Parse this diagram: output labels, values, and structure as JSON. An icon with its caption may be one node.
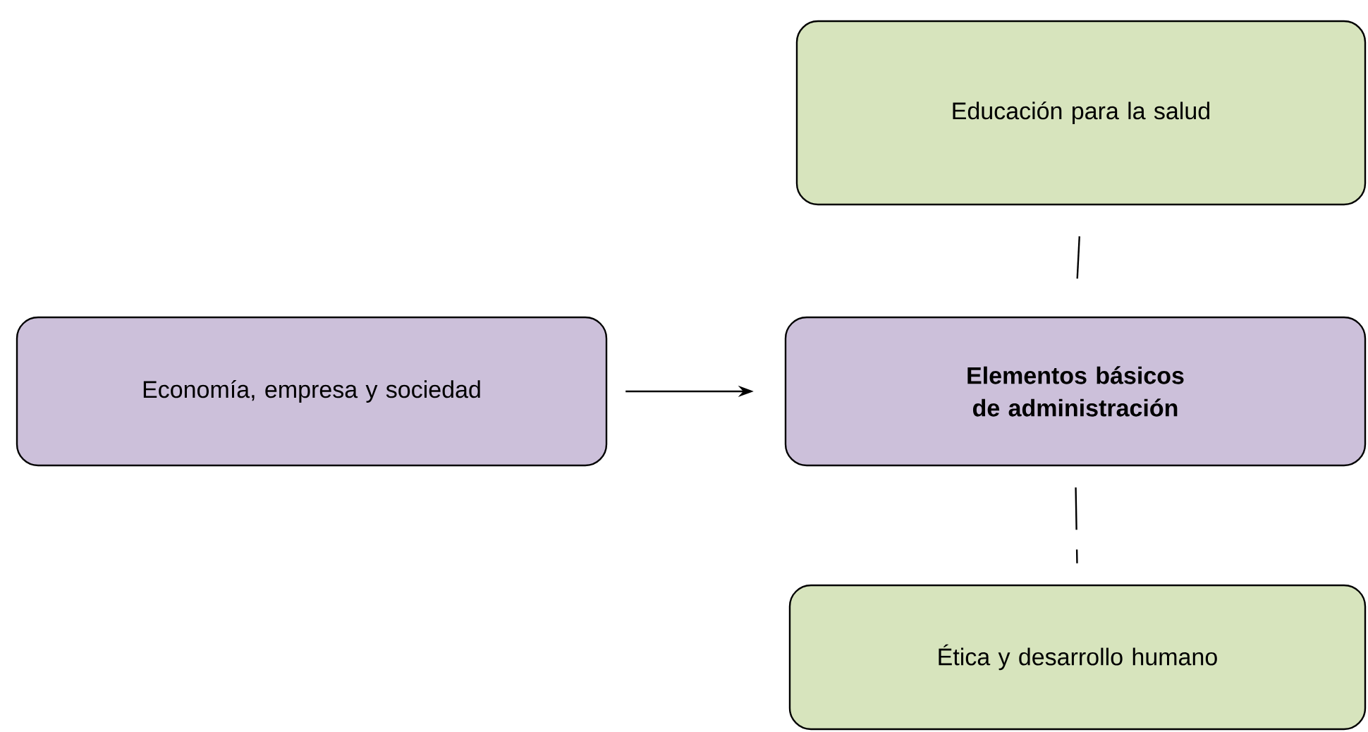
{
  "diagram": {
    "nodes": [
      {
        "text": [
          "Educación para la salud"
        ]
      },
      {
        "text": [
          "Economía, empresa y sociedad"
        ]
      },
      {
        "text": [
          "Elementos básicos de administración"
        ]
      },
      {
        "text": [
          "Ética y desarrollo humano"
        ]
      }
    ],
    "edges": [
      {
        "from": 1,
        "to": 2,
        "arrow": "to"
      },
      {
        "from": 0,
        "to": 2,
        "arrow": "none",
        "style": "dashed"
      },
      {
        "from": 2,
        "to": 3,
        "arrow": "none",
        "style": "dashed"
      }
    ]
  }
}
